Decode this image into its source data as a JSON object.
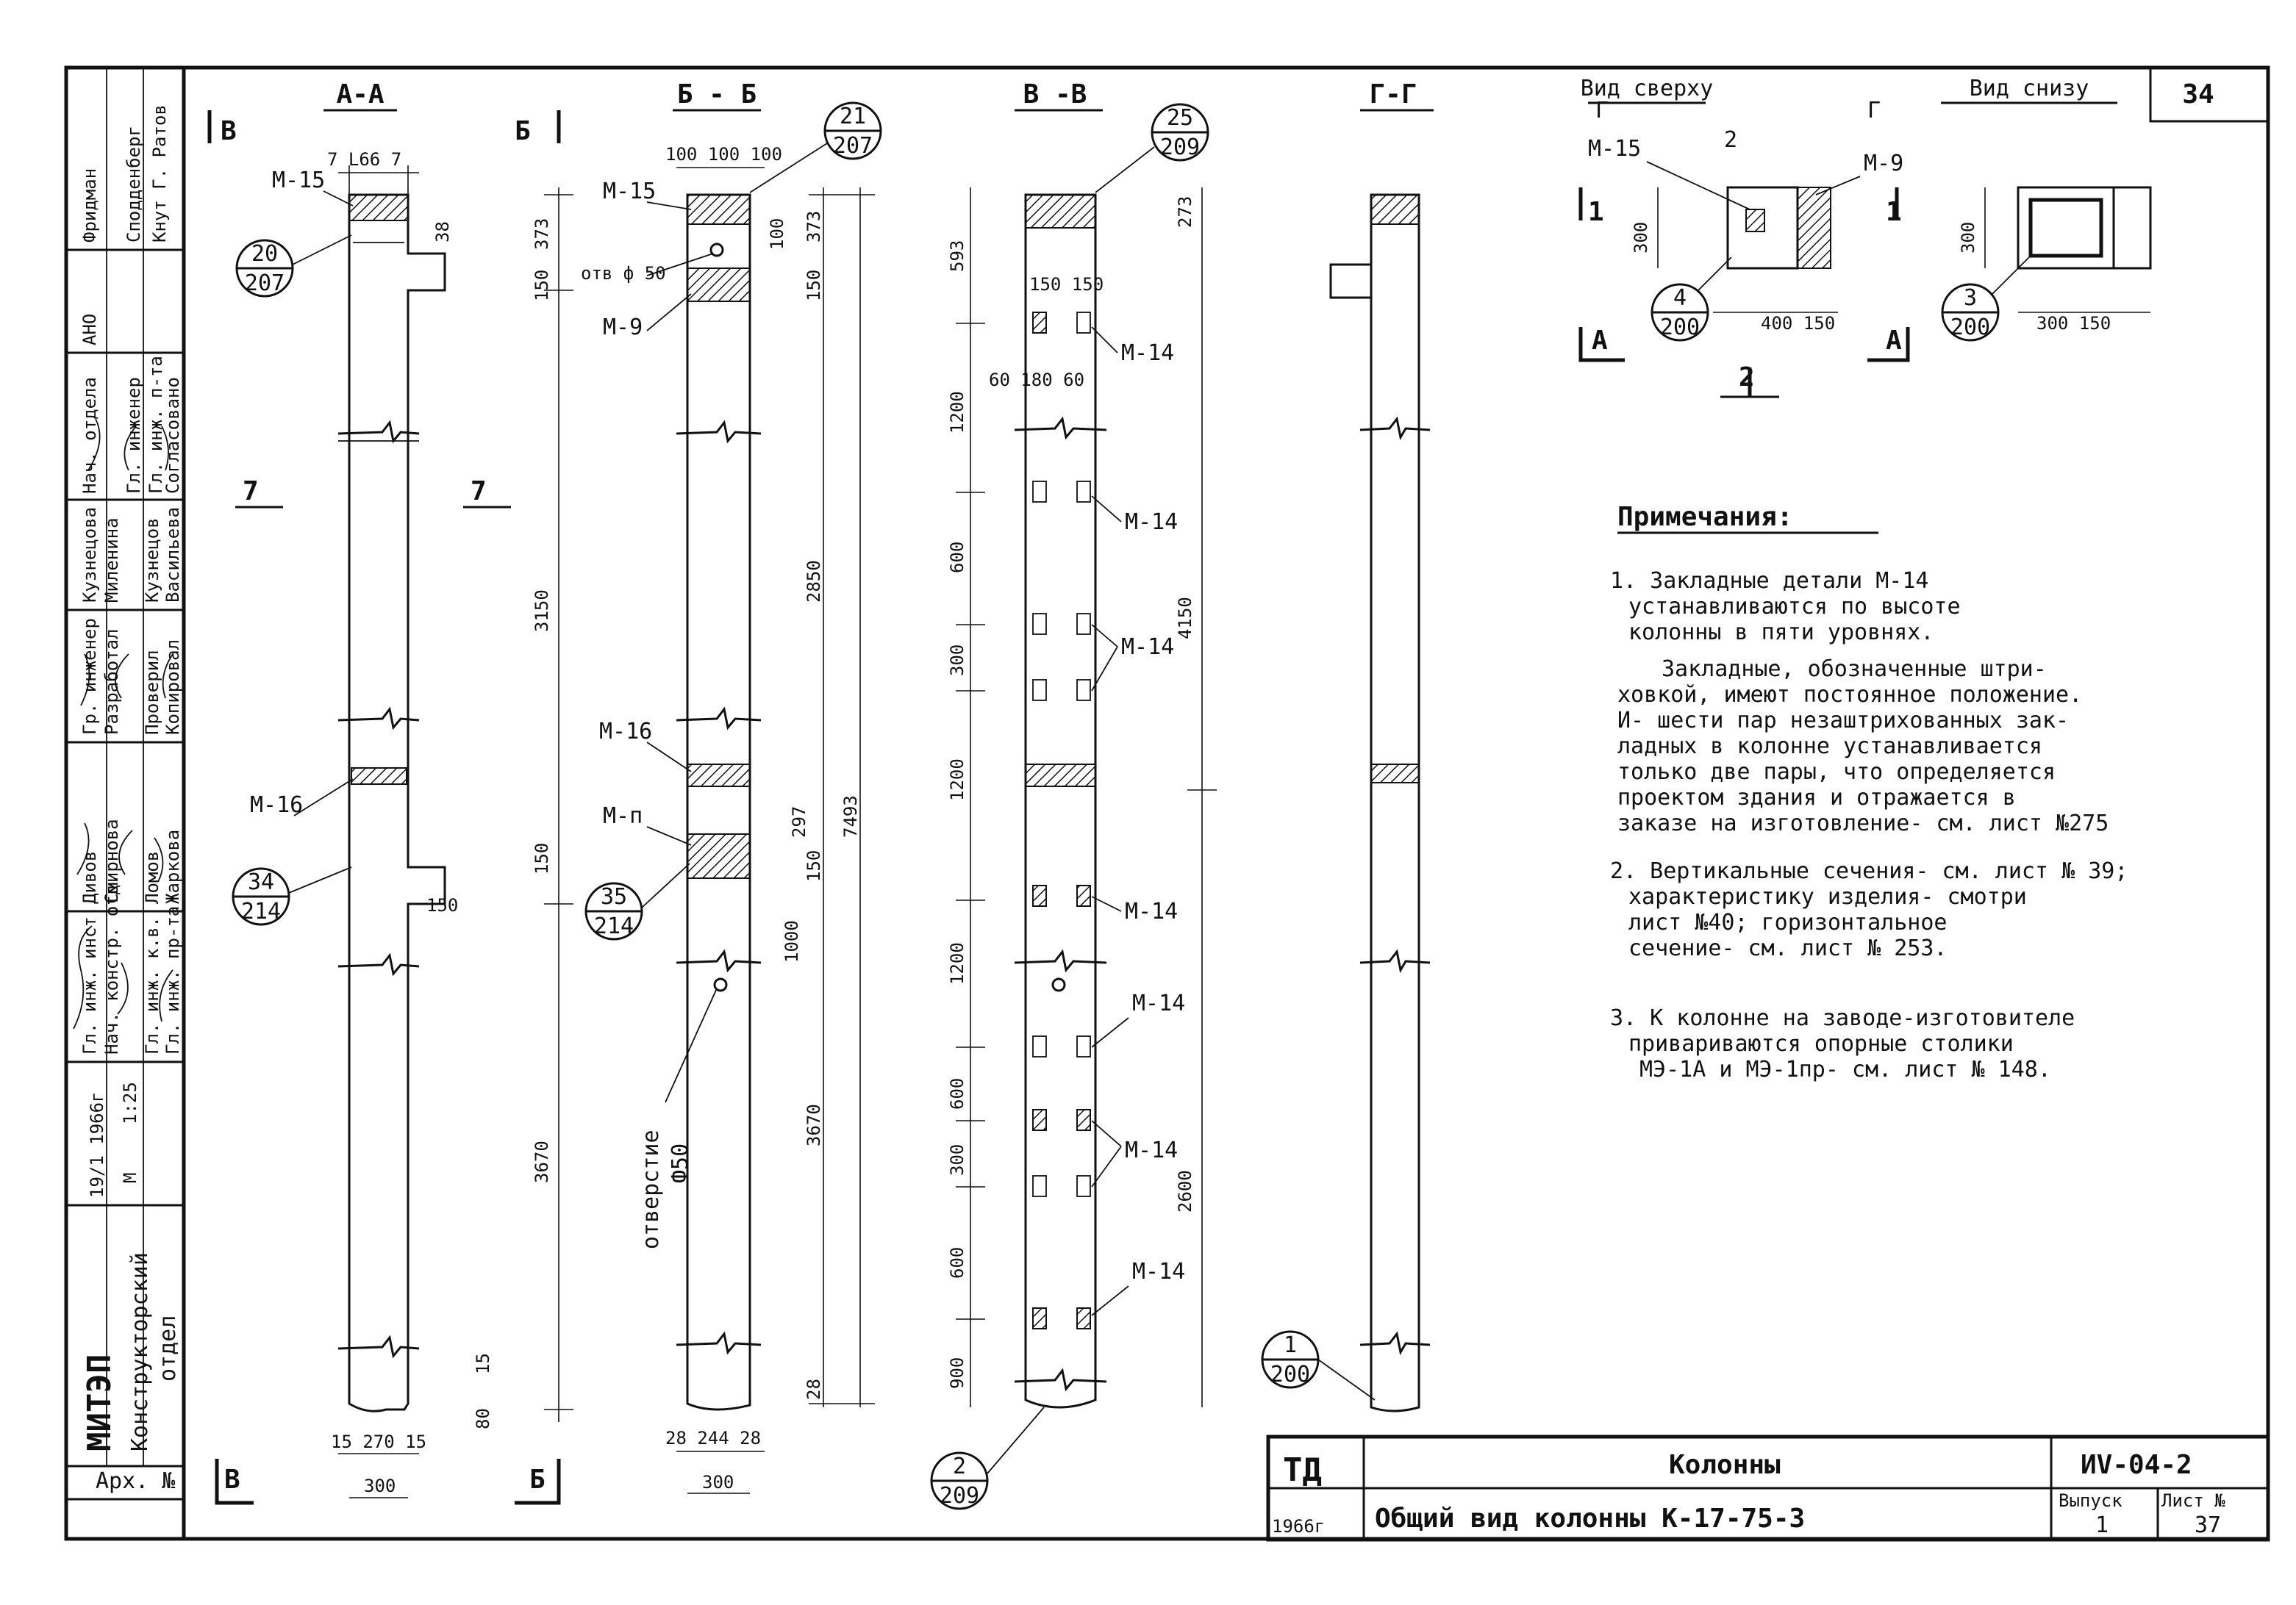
{
  "sheet_number": "34",
  "sections": {
    "aa": "А-А",
    "bb": "Б - Б",
    "vv": "В -В",
    "gg": "Г-Г",
    "top_view": "Вид сверху",
    "bottom_view": "Вид снизу"
  },
  "cut_marks": {
    "v": "В",
    "b": "Б",
    "g": "Г",
    "a": "А",
    "one": "1",
    "two": "2",
    "seven": "7"
  },
  "callouts": [
    {
      "num": "20",
      "den": "207"
    },
    {
      "num": "21",
      "den": "207"
    },
    {
      "num": "25",
      "den": "209"
    },
    {
      "num": "34",
      "den": "214"
    },
    {
      "num": "35",
      "den": "214"
    },
    {
      "num": "2",
      "den": "209"
    },
    {
      "num": "1",
      "den": "200"
    },
    {
      "num": "4",
      "den": "200"
    },
    {
      "num": "3",
      "den": "200"
    }
  ],
  "parts": {
    "m15": "М-15",
    "m9": "М-9",
    "m16": "М-16",
    "m14": "М-14",
    "mn": "М-п",
    "hole_note": "отв ф 50",
    "hole": "отверстие",
    "hole_dia": "Ф50"
  },
  "dims_aa": {
    "top": "7 L66 7",
    "d38": "38",
    "d373": "373",
    "d150a": "150",
    "d3150": "3150",
    "d150b": "150",
    "d150c": "150",
    "d3670": "3670",
    "d15": "15",
    "d80": "80",
    "bottom": "15 270 15",
    "width": "300"
  },
  "dims_bb": {
    "top": "100 100 100",
    "d100": "100",
    "d373": "373",
    "d150": "150",
    "d2850": "2850",
    "d297": "297",
    "d7493": "7493",
    "d150b": "150",
    "d1000": "1000",
    "d3670": "3670",
    "d28": "28",
    "bottom": "28 244 28",
    "width": "300"
  },
  "dims_vv": {
    "d593": "593",
    "d273": "273",
    "d150x": "150 150",
    "d1200a": "1200",
    "d60": "60 180 60",
    "d600a": "600",
    "d4150": "4150",
    "d300a": "300",
    "d1200b": "1200",
    "d1200c": "1200",
    "d600b": "600",
    "d300b": "300",
    "d2600": "2600",
    "d600c": "600",
    "d900": "900"
  },
  "dims_views": {
    "h300a": "300",
    "w_top": "400 150",
    "h300b": "300",
    "w_bot": "300 150"
  },
  "notes": {
    "title": "Примечания:",
    "n1": [
      "1. Закладные детали М-14",
      "устанавливаются по высоте",
      "колонны в пяти уровнях."
    ],
    "n1b": [
      "Закладные, обозначенные штри-",
      "ховкой, имеют постоянное положение.",
      "И- шести пар незаштрихованных зак-",
      "ладных в колонне устанавливается",
      "только две пары, что определяется",
      "проектом здания и отражается в",
      "заказе на изготовление- см. лист №275"
    ],
    "n2": [
      "2. Вертикальные сечения- см. лист № 39;",
      "характеристику изделия- смотри",
      "лист №40; горизонтальное",
      "сечение- см. лист № 253."
    ],
    "n3": [
      "3. К колонне на заводе-изготовителе",
      "привариваются опорные столики",
      "МЭ-1А и МЭ-1пр- см. лист № 148."
    ]
  },
  "title_block": {
    "td": "ТД",
    "year": "1966г",
    "name": "Колонны",
    "subtitle": "Общий вид колонны К-17-75-3",
    "code": "ИV-04-2",
    "issue_label": "Выпуск",
    "issue": "1",
    "sheet_label": "Лист №",
    "sheet": "37"
  },
  "stamp": {
    "org": "МИТЭП",
    "dept": "Конструкторский",
    "dept2": "отдел",
    "arch": "Арх. №",
    "date": "19/1 1966г",
    "m_label": "М",
    "scale": "1:25",
    "roles": [
      "Гл. инж. инст.",
      "Нач. констр. отд.",
      "Гл. инж. к.в.",
      "Гл. инж. пр-та",
      "Гр. инженер",
      "Разработал",
      "Проверил",
      "Копировал"
    ],
    "names": [
      "Дивов",
      "Смирнова",
      "Ломов",
      "Жаркова",
      "Кузнецова",
      "Миленина",
      "Кузнецов",
      "Васильева"
    ],
    "agreed": "Согласовано",
    "roles2": [
      "Нач. отдела",
      "Гл. инженер",
      "Гл. инж. п-та"
    ],
    "names2": [
      "Фридман",
      "Сподденберг",
      "Кнут Г. Ратов"
    ],
    "ano": "АНО"
  }
}
